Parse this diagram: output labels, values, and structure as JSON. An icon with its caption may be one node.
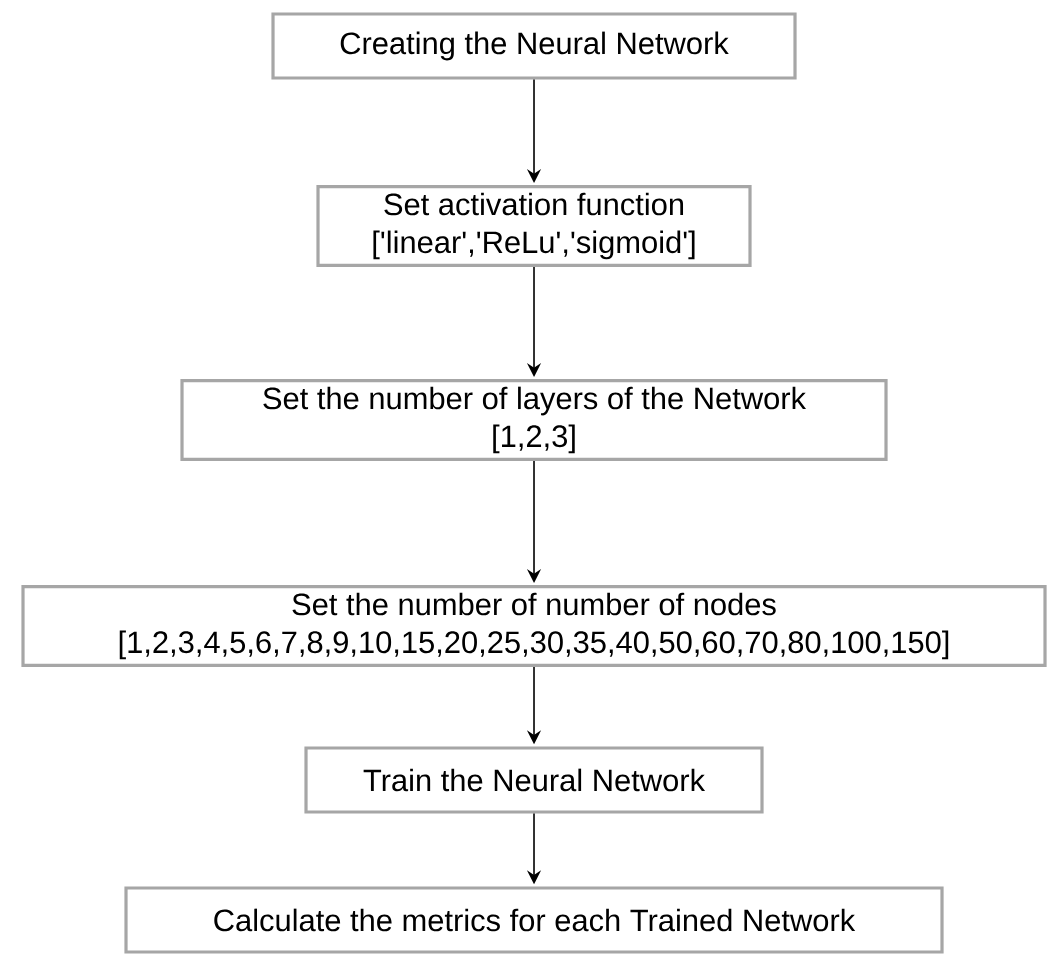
{
  "diagram": {
    "nodes": [
      {
        "text": [
          "Creating the Neural Network"
        ]
      },
      {
        "text": [
          "Set activation function",
          "['linear','ReLu','sigmoid']"
        ]
      },
      {
        "text": [
          "Set the number of layers of the Network",
          "[1,2,3]"
        ]
      },
      {
        "text": [
          "Set the number of number of nodes",
          "[1,2,3,4,5,6,7,8,9,10,15,20,25,30,35,40,50,60,70,80,100,150]"
        ]
      },
      {
        "text": [
          "Train the Neural Network"
        ]
      },
      {
        "text": [
          "Calculate the metrics for each Trained Network"
        ]
      }
    ],
    "edges": [
      {
        "from": 0,
        "to": 1,
        "arrow": "to"
      },
      {
        "from": 1,
        "to": 2,
        "arrow": "to"
      },
      {
        "from": 2,
        "to": 3,
        "arrow": "to"
      },
      {
        "from": 3,
        "to": 4,
        "arrow": "to"
      },
      {
        "from": 4,
        "to": 5,
        "arrow": "to"
      }
    ]
  }
}
